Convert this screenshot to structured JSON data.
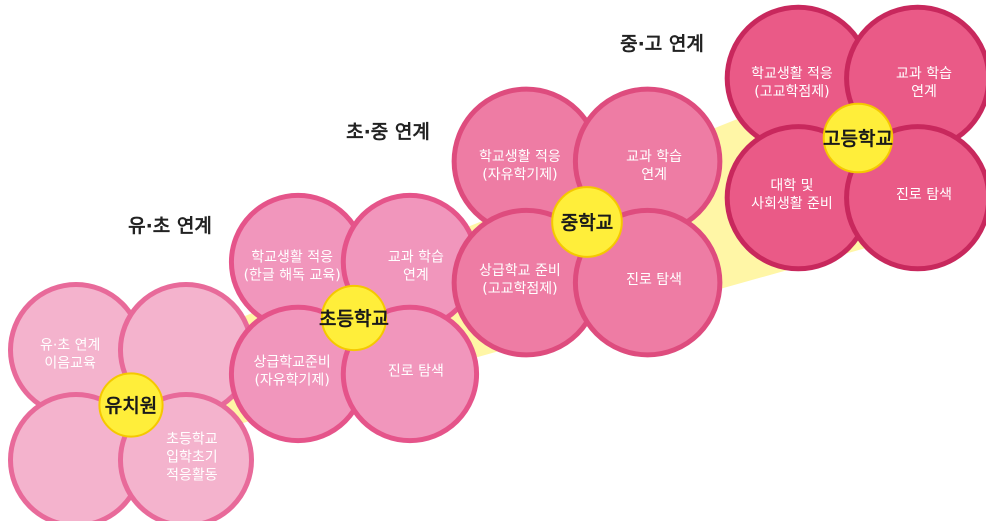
{
  "transitions": [
    "유·초 연계",
    "초·중 연계",
    "중·고 연계"
  ],
  "stages": [
    {
      "name": "유치원",
      "colors": {
        "petal": "#f4b3cd",
        "stroke": "#e86a9a"
      },
      "petals": [
        {
          "lines": [
            "유·초 연계",
            "이음교육"
          ]
        },
        {
          "lines": []
        },
        {
          "lines": []
        },
        {
          "lines": [
            "초등학교",
            "입학초기",
            "적응활동"
          ]
        }
      ]
    },
    {
      "name": "초등학교",
      "colors": {
        "petal": "#f196bc",
        "stroke": "#e5548a"
      },
      "petals": [
        {
          "lines": [
            "학교생활 적응",
            "(한글 해독 교육)"
          ]
        },
        {
          "lines": [
            "교과 학습",
            "연계"
          ]
        },
        {
          "lines": [
            "상급학교준비",
            "(자유학기제)"
          ]
        },
        {
          "lines": [
            "진로 탐색"
          ]
        }
      ]
    },
    {
      "name": "중학교",
      "colors": {
        "petal": "#ee7ca4",
        "stroke": "#de4c7e"
      },
      "petals": [
        {
          "lines": [
            "학교생활 적응",
            "(자유학기제)"
          ]
        },
        {
          "lines": [
            "교과 학습",
            "연계"
          ]
        },
        {
          "lines": [
            "상급학교 준비",
            "(고교학점제)"
          ]
        },
        {
          "lines": [
            "진로 탐색"
          ]
        }
      ]
    },
    {
      "name": "고등학교",
      "colors": {
        "petal": "#ea5a87",
        "stroke": "#c8285d"
      },
      "petals": [
        {
          "lines": [
            "학교생활 적응",
            "(고교학점제)"
          ]
        },
        {
          "lines": [
            "교과 학습",
            "연계"
          ]
        },
        {
          "lines": [
            "대학 및",
            "사회생활 준비"
          ]
        },
        {
          "lines": [
            "진로 탐색"
          ]
        }
      ]
    }
  ],
  "colors": {
    "center": "#ffee3a",
    "center_stroke": "#f5c800",
    "band": "#fff6a6"
  }
}
